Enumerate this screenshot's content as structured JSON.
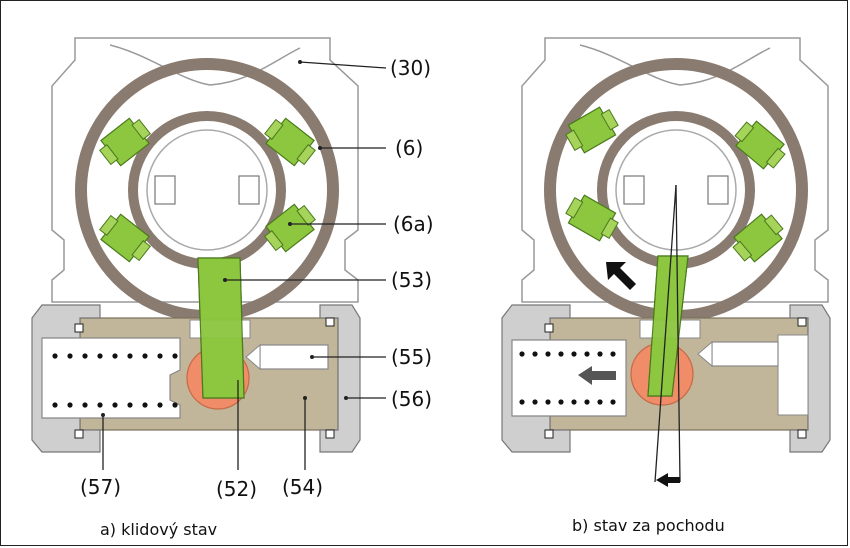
{
  "labels": {
    "housing": "(30)",
    "outer_ring": "(6)",
    "sprag_blocks": "(6a)",
    "lever": "(53)",
    "plunger": "(55)",
    "cover": "(56)",
    "spring": "(57)",
    "roller": "(52)",
    "slider": "(54)"
  },
  "captions": {
    "left": "a) klidový stav",
    "right": "b) stav za pochodu"
  },
  "colors": {
    "green": "#8dc63f",
    "green_dark": "#4a7a1c",
    "ring": "#8a7b70",
    "tan": "#c2b69a",
    "orange": "#f08c68",
    "cover_gray": "#cfcfcf",
    "line": "#333333"
  }
}
